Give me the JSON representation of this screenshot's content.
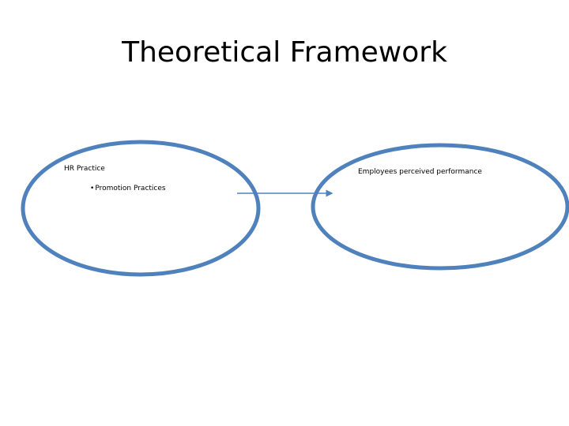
{
  "slide": {
    "title": "Theoretical Framework"
  },
  "diagram": {
    "left_node": {
      "label": "HR Practice",
      "items": [
        {
          "bullet": "•",
          "text": "Promotion Practices"
        }
      ]
    },
    "right_node": {
      "label": "Employees perceived performance"
    },
    "colors": {
      "ellipse_stroke": "#4f81bd",
      "arrow": "#4f81bd",
      "text": "#000000",
      "background": "#ffffff"
    }
  }
}
